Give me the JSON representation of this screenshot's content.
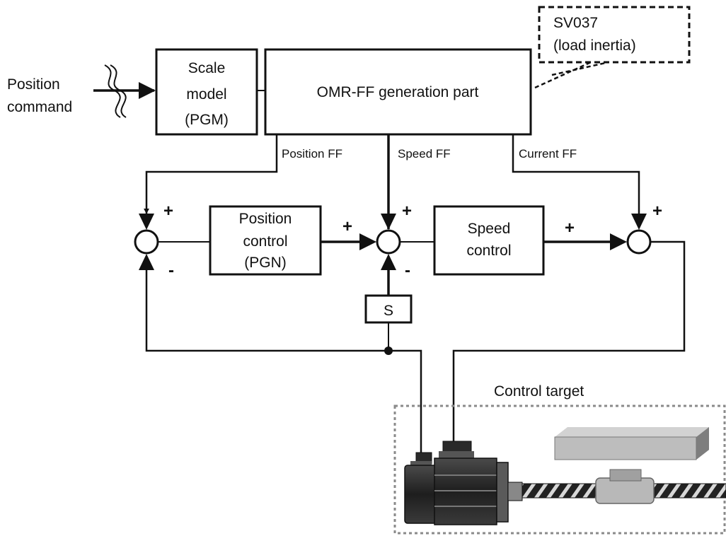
{
  "inputs": {
    "position_command": [
      "Position",
      "command"
    ]
  },
  "blocks": {
    "scale_model": [
      "Scale",
      "model",
      "(PGM)"
    ],
    "omr_ff": "OMR-FF generation part",
    "position_control": [
      "Position",
      "control",
      "(PGN)"
    ],
    "speed_control": [
      "Speed",
      "control"
    ],
    "s_block": "S"
  },
  "parameter_note": [
    "SV037",
    "(load inertia)"
  ],
  "feedforward_labels": {
    "position_ff": "Position FF",
    "speed_ff": "Speed FF",
    "current_ff": "Current FF"
  },
  "signs": {
    "sum1_top": "+",
    "sum1_bottom": "-",
    "sum2_left": "+",
    "sum2_top": "+",
    "sum2_bottom": "-",
    "sum3_left": "+",
    "sum3_top": "+"
  },
  "control_target": "Control target",
  "colors": {
    "line": "#111111",
    "motor_body": "#2b2b2b",
    "table_top": "#c8c8c8",
    "table_side": "#8e8e8e",
    "target_border": "#8a8a8a"
  }
}
